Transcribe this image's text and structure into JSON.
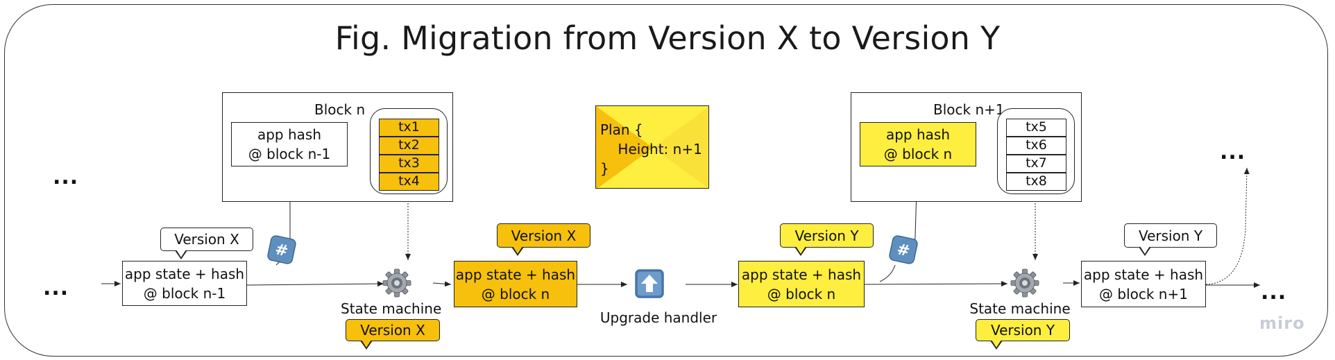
{
  "title": "Fig. Migration from Version X to Version Y",
  "colors": {
    "orange": "#f6c00c",
    "yellow": "#fdee3f",
    "line": "#222222"
  },
  "ellipsis": "...",
  "left_section": {
    "state_box": {
      "line1": "app state + hash",
      "line2": "@ block n-1"
    },
    "bubble": "Version X",
    "hash_icon": "hash-icon",
    "block": {
      "label": "Block n",
      "app_hash": {
        "line1": "app hash",
        "line2": "@ block n-1"
      },
      "txs": [
        "tx1",
        "tx2",
        "tx3",
        "tx4"
      ]
    },
    "state_machine": {
      "label": "State machine",
      "bubble": "Version X",
      "icon": "gear-icon"
    }
  },
  "middle_section": {
    "bubble": "Version X",
    "state_box": {
      "line1": "app state + hash",
      "line2": "@ block n"
    },
    "upgrade_handler": {
      "label": "Upgrade handler",
      "icon": "up-arrow-icon"
    },
    "plan": {
      "text": "Plan {\n    Height: n+1\n}"
    }
  },
  "right_section": {
    "bubble_pre": "Version Y",
    "state_box_pre": {
      "line1": "app state + hash",
      "line2": "@ block n"
    },
    "hash_icon": "hash-icon",
    "block": {
      "label": "Block n+1",
      "app_hash": {
        "line1": "app hash",
        "line2": "@ block n"
      },
      "txs": [
        "tx5",
        "tx6",
        "tx7",
        "tx8"
      ]
    },
    "state_machine": {
      "label": "State machine",
      "bubble": "Version Y",
      "icon": "gear-icon"
    },
    "bubble_post": "Version Y",
    "state_box_post": {
      "line1": "app state + hash",
      "line2": "@ block n+1"
    }
  },
  "watermark": "miro"
}
